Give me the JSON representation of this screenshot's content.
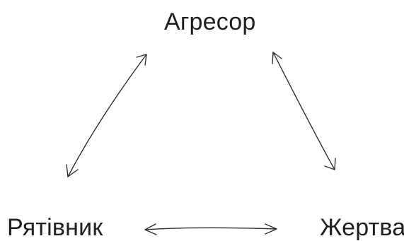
{
  "diagram": {
    "nodes": {
      "top": "Агресор",
      "left": "Рятівник",
      "right": "Жертва"
    },
    "edges": [
      {
        "from": "Агресор",
        "to": "Рятівник",
        "bidirectional": true
      },
      {
        "from": "Агресор",
        "to": "Жертва",
        "bidirectional": true
      },
      {
        "from": "Рятівник",
        "to": "Жертва",
        "bidirectional": true
      }
    ],
    "colors": {
      "background": "#ffffff",
      "ink": "#2a2a2a"
    }
  }
}
